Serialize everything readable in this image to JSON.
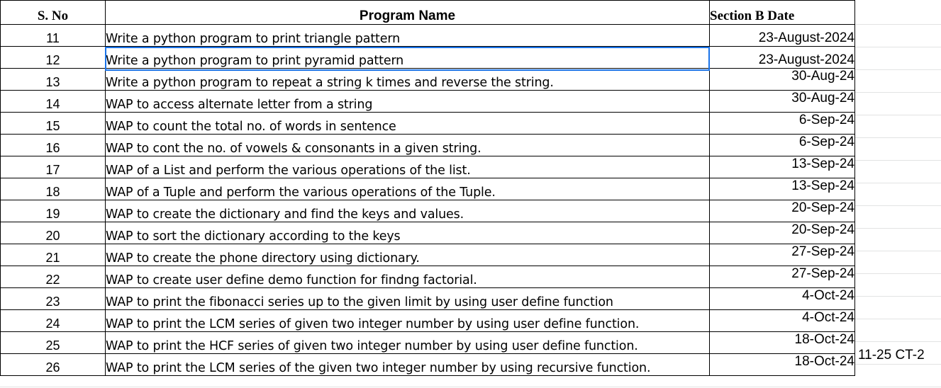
{
  "headers": {
    "sno": "S. No",
    "program_name": "Program Name",
    "date": "Section B Date"
  },
  "rows": [
    {
      "sno": "11",
      "name": "Write a python program to print triangle pattern",
      "date": "23-August-2024"
    },
    {
      "sno": "12",
      "name": "Write a python program to print pyramid pattern",
      "date": "23-August-2024"
    },
    {
      "sno": "13",
      "name": "Write a python program to repeat a string k times and reverse the string.",
      "date": "30-Aug-24"
    },
    {
      "sno": "14",
      "name": "WAP to access alternate letter from a string",
      "date": "30-Aug-24"
    },
    {
      "sno": "15",
      "name": "WAP to count the total no. of words in sentence",
      "date": "6-Sep-24"
    },
    {
      "sno": "16",
      "name": "WAP to cont the no. of vowels & consonants in a given string.",
      "date": "6-Sep-24"
    },
    {
      "sno": "17",
      "name": "WAP of a List and perform the various operations of the list.",
      "date": "13-Sep-24"
    },
    {
      "sno": "18",
      "name": "WAP of a Tuple and perform the various operations of the Tuple.",
      "date": "13-Sep-24"
    },
    {
      "sno": "19",
      "name": "WAP to create the dictionary and find the keys and values.",
      "date": "20-Sep-24"
    },
    {
      "sno": "20",
      "name": "WAP to sort the dictionary according to the keys",
      "date": "20-Sep-24"
    },
    {
      "sno": "21",
      "name": "WAP to create the phone directory using dictionary.",
      "date": "27-Sep-24"
    },
    {
      "sno": "22",
      "name": "WAP to create user define demo function for findng factorial.",
      "date": "27-Sep-24"
    },
    {
      "sno": "23",
      "name": "WAP to print the fibonacci series up to the given limit by using user define function",
      "date": "4-Oct-24"
    },
    {
      "sno": "24",
      "name": "WAP to print the LCM series of given two integer number by using user define function.",
      "date": "4-Oct-24"
    },
    {
      "sno": "25",
      "name": "WAP to print the HCF series of given two integer number by using user define function.",
      "date": "18-Oct-24"
    },
    {
      "sno": "26",
      "name": "WAP to print the LCM series of the given two integer number by using recursive function.",
      "date": "18-Oct-24"
    }
  ],
  "side_note": "11-25 CT-2",
  "colors": {
    "selection_border": "#1a73e8",
    "cell_border": "#000000",
    "gridline": "#e2e3e3"
  }
}
